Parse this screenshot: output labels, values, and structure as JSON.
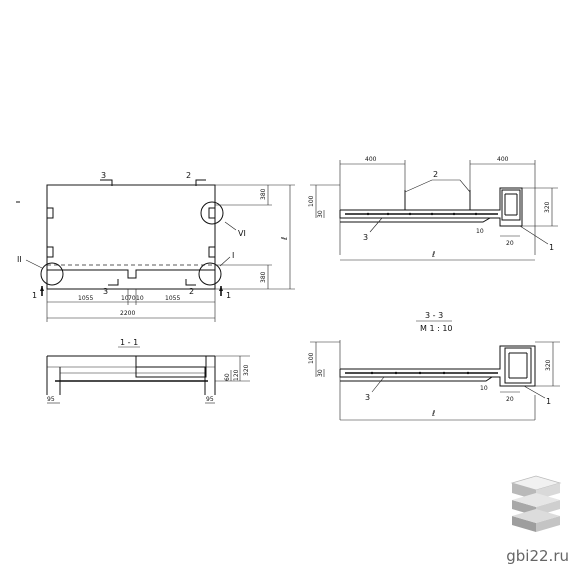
{
  "plan": {
    "sec_a": "3",
    "sec_b": "2",
    "sec_c": "3",
    "sec_d": "2",
    "node_left": "II",
    "node_right": "I",
    "node_top": "VI",
    "cut_left": "1",
    "cut_right": "1",
    "dim_right_top": "380",
    "dim_right_bottom": "380",
    "dim_height": "ℓ",
    "dim_left_part": "1055",
    "dim_gap_a": "10",
    "dim_gap_b": "70",
    "dim_gap_c": "10",
    "dim_right_part": "1055",
    "dim_total": "2200"
  },
  "section_11": {
    "title": "1 - 1",
    "dim_a": "60",
    "dim_b": "120",
    "dim_c": "320",
    "dim_left": "95",
    "dim_right": "95"
  },
  "section_22": {
    "dim_400_left": "400",
    "dim_400_right": "400",
    "callout_2": "2",
    "callout_3": "3",
    "callout_1": "1",
    "dim_left_h": "100",
    "dim_left_s": "30",
    "dim_right_h": "320",
    "dim_10": "10",
    "dim_20": "20",
    "dim_len": "ℓ"
  },
  "section_33": {
    "title": "3 - 3",
    "scale": "М 1 : 10",
    "dim_left_h": "100",
    "dim_left_s": "30",
    "dim_right_h": "320",
    "callout_3": "3",
    "callout_1": "1",
    "dim_10": "10",
    "dim_20": "20",
    "dim_len": "ℓ"
  },
  "watermark": "gbi22.ru"
}
